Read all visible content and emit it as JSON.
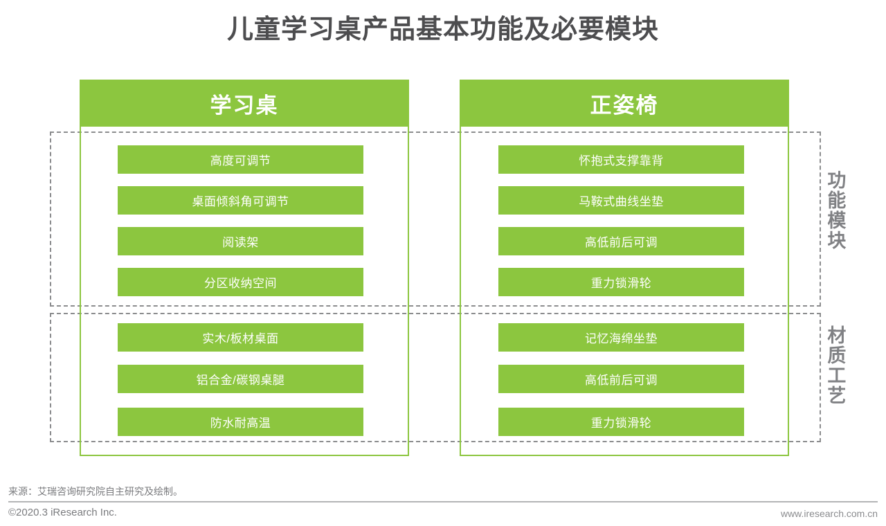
{
  "page": {
    "title": "儿童学习桌产品基本功能及必要模块",
    "accent_color": "#8cc63f",
    "title_color": "#4d4d4f",
    "frame_color": "#8b8c8e"
  },
  "columns": [
    {
      "id": "desk",
      "header": "学习桌",
      "functions": [
        "高度可调节",
        "桌面倾斜角可调节",
        "阅读架",
        "分区收纳空间"
      ],
      "materials": [
        "实木/板材桌面",
        "铝合金/碳钢桌腿",
        "防水耐高温"
      ]
    },
    {
      "id": "chair",
      "header": "正姿椅",
      "functions": [
        "怀抱式支撑靠背",
        "马鞍式曲线坐垫",
        "高低前后可调",
        "重力锁滑轮"
      ],
      "materials": [
        "记忆海绵坐垫",
        "高低前后可调",
        "重力锁滑轮"
      ]
    }
  ],
  "section_labels": {
    "functions": "功能模块",
    "materials": "材质工艺"
  },
  "footer": {
    "source": "来源：艾瑞咨询研究院自主研究及绘制。",
    "copyright": "©2020.3 iResearch Inc.",
    "url": "www.iresearch.com.cn"
  }
}
